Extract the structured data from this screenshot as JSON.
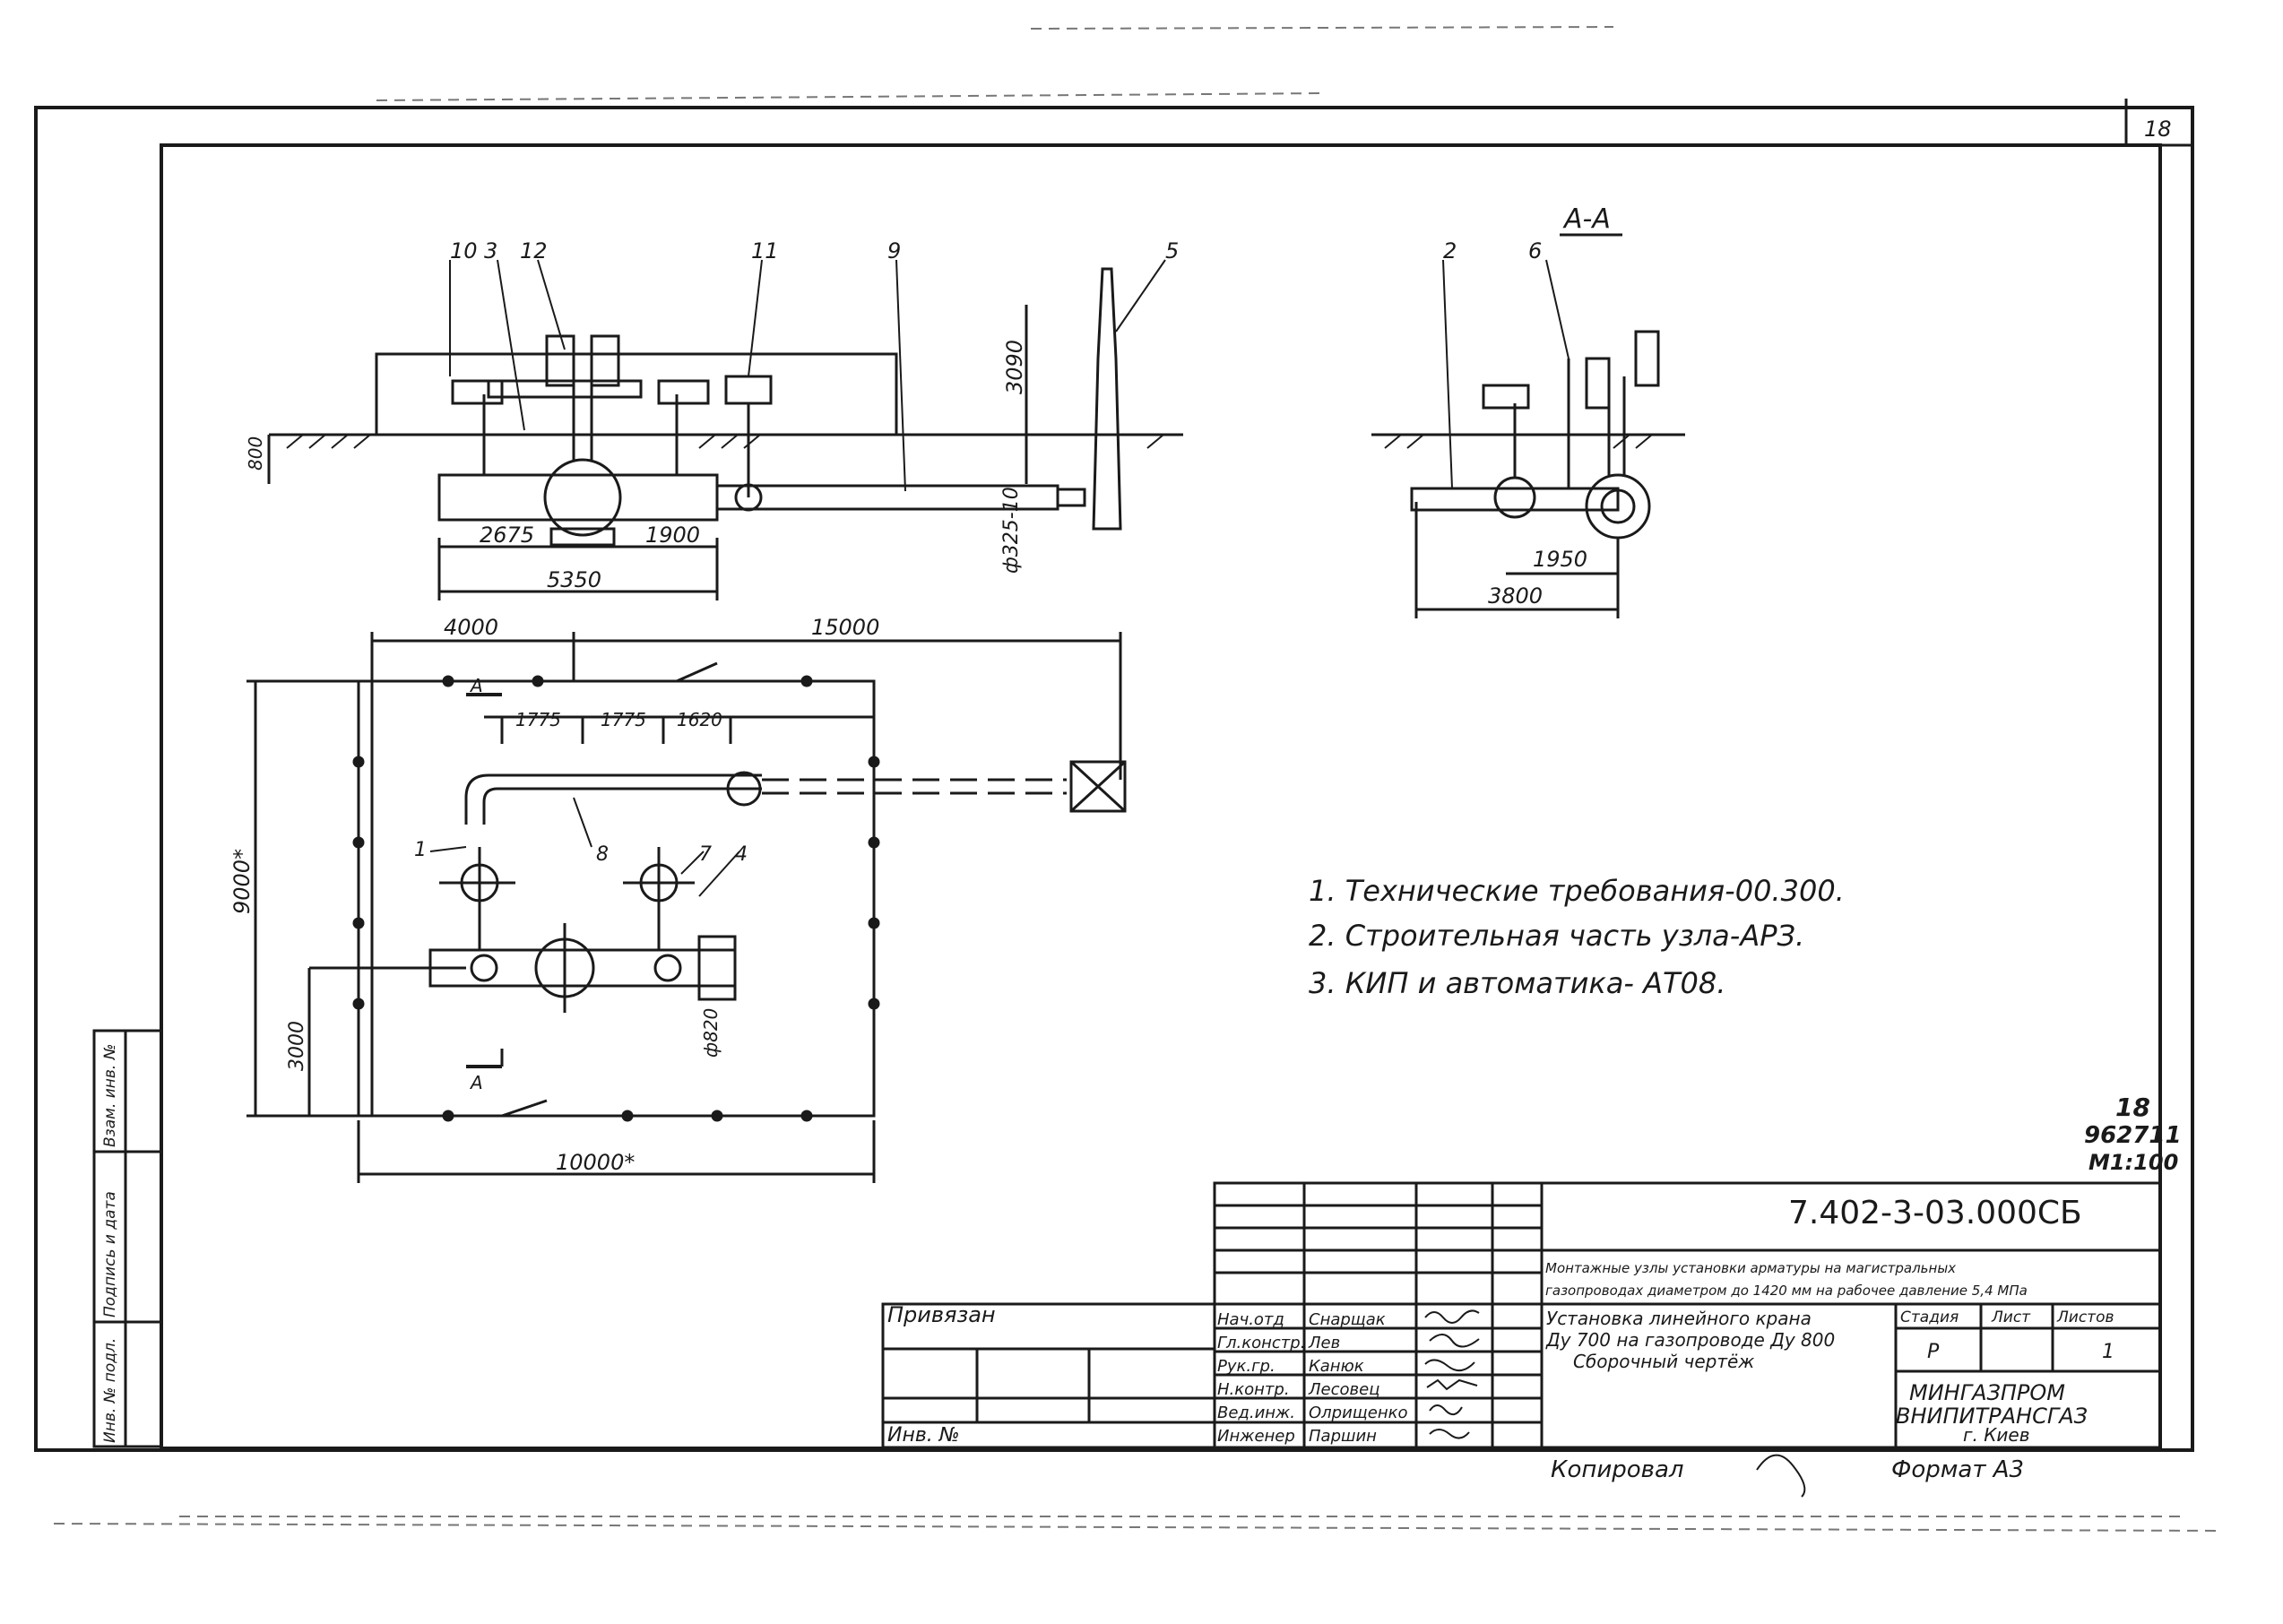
{
  "sheet": {
    "page_number": "18",
    "section_title": "А-А",
    "notes": [
      "1. Технические требования-00.300.",
      "2. Строительная часть узла-АРЗ.",
      "3. КИП и автоматика- АТ08."
    ],
    "stamp_mark": [
      "18",
      "962711",
      "М1:100"
    ]
  },
  "elevation_view": {
    "position_labels": [
      "10",
      "3",
      "12",
      "11",
      "9",
      "5"
    ],
    "dims": {
      "d1": "2675",
      "d2": "1900",
      "d3": "5350",
      "depth": "800",
      "height": "3090",
      "elev_mark": "ф325-10"
    }
  },
  "section_view": {
    "position_labels": [
      "2",
      "6"
    ],
    "dims": {
      "d1": "1950",
      "d2": "3800"
    }
  },
  "plan_view": {
    "section_mark": "А",
    "position_labels": [
      "1",
      "8",
      "7",
      "4"
    ],
    "dims": {
      "d_4000": "4000",
      "d_15000": "15000",
      "d_1775a": "1775",
      "d_1775b": "1775",
      "d_1620": "1620",
      "d_9000": "9000*",
      "d_3000": "3000",
      "d_10000": "10000*",
      "d_pipe": "ф820"
    }
  },
  "title_block": {
    "doc_code": "7.402-3-03.000СБ",
    "project_line1": "Монтажные узлы установки арматуры на магистральных",
    "project_line2": "газопроводах диаметром до 1420 мм на рабочее давление 5,4 МПа",
    "drawing_title": [
      "Установка линейного крана",
      "Ду 700 на газопроводе Ду 800",
      "Сборочный чертёж"
    ],
    "stage_headers": [
      "Стадия",
      "Лист",
      "Листов"
    ],
    "stage_values": [
      "Р",
      "",
      "1"
    ],
    "org": [
      "МИНГАЗПРОМ",
      "ВНИПИТРАНСГАЗ",
      "г. Киев"
    ],
    "bound_label": "Привязан",
    "inv_label": "Инв. №",
    "roles": [
      "Нач.отд",
      "Гл.констр.",
      "Рук.гр.",
      "Н.контр.",
      "Вед.инж.",
      "Инженер"
    ],
    "names": [
      "Снарщак",
      "Лев",
      "Канюк",
      "Лесовец",
      "Олрищенко",
      "Паршин"
    ],
    "copied": "Копировал",
    "format": "Формат А3"
  },
  "side_strip": [
    "Инв. № подл.",
    "Подпись и дата",
    "Взам. инв. №"
  ]
}
